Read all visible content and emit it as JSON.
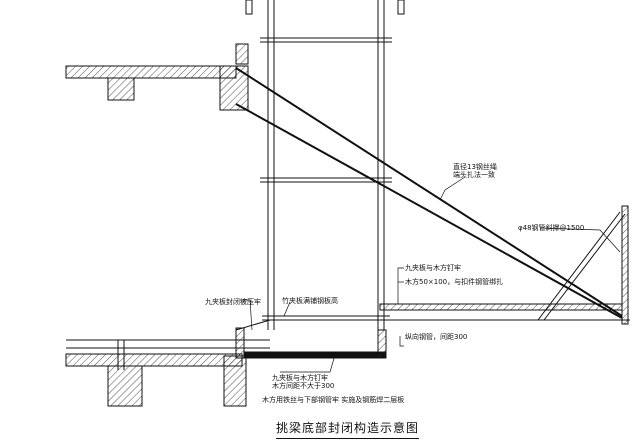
{
  "title": "挑梁底部封闭构造示意图",
  "labels": {
    "wire_rope_1": "直径13钢丝绳",
    "wire_rope_2": "端头扎法一致",
    "diagonal_brace": "φ48钢管斜撑@1500",
    "plywood_nailed": "九夹板与木方钉牢",
    "timber_tied": "木方50×100，与扣件钢管绑扎",
    "steel_pipe": "纵向钢管，间距300",
    "plywood_sealed": "九夹板封闭被压牢",
    "top_plywood": "竹夹板满铺钢板高",
    "bottom_plywood_1": "九夹板与木方钉牢",
    "bottom_plywood_2": "木方间距不大于300",
    "bottom_timber": "木方用铁丝与下部钢管牢 实施及钢筋焊二层板"
  }
}
